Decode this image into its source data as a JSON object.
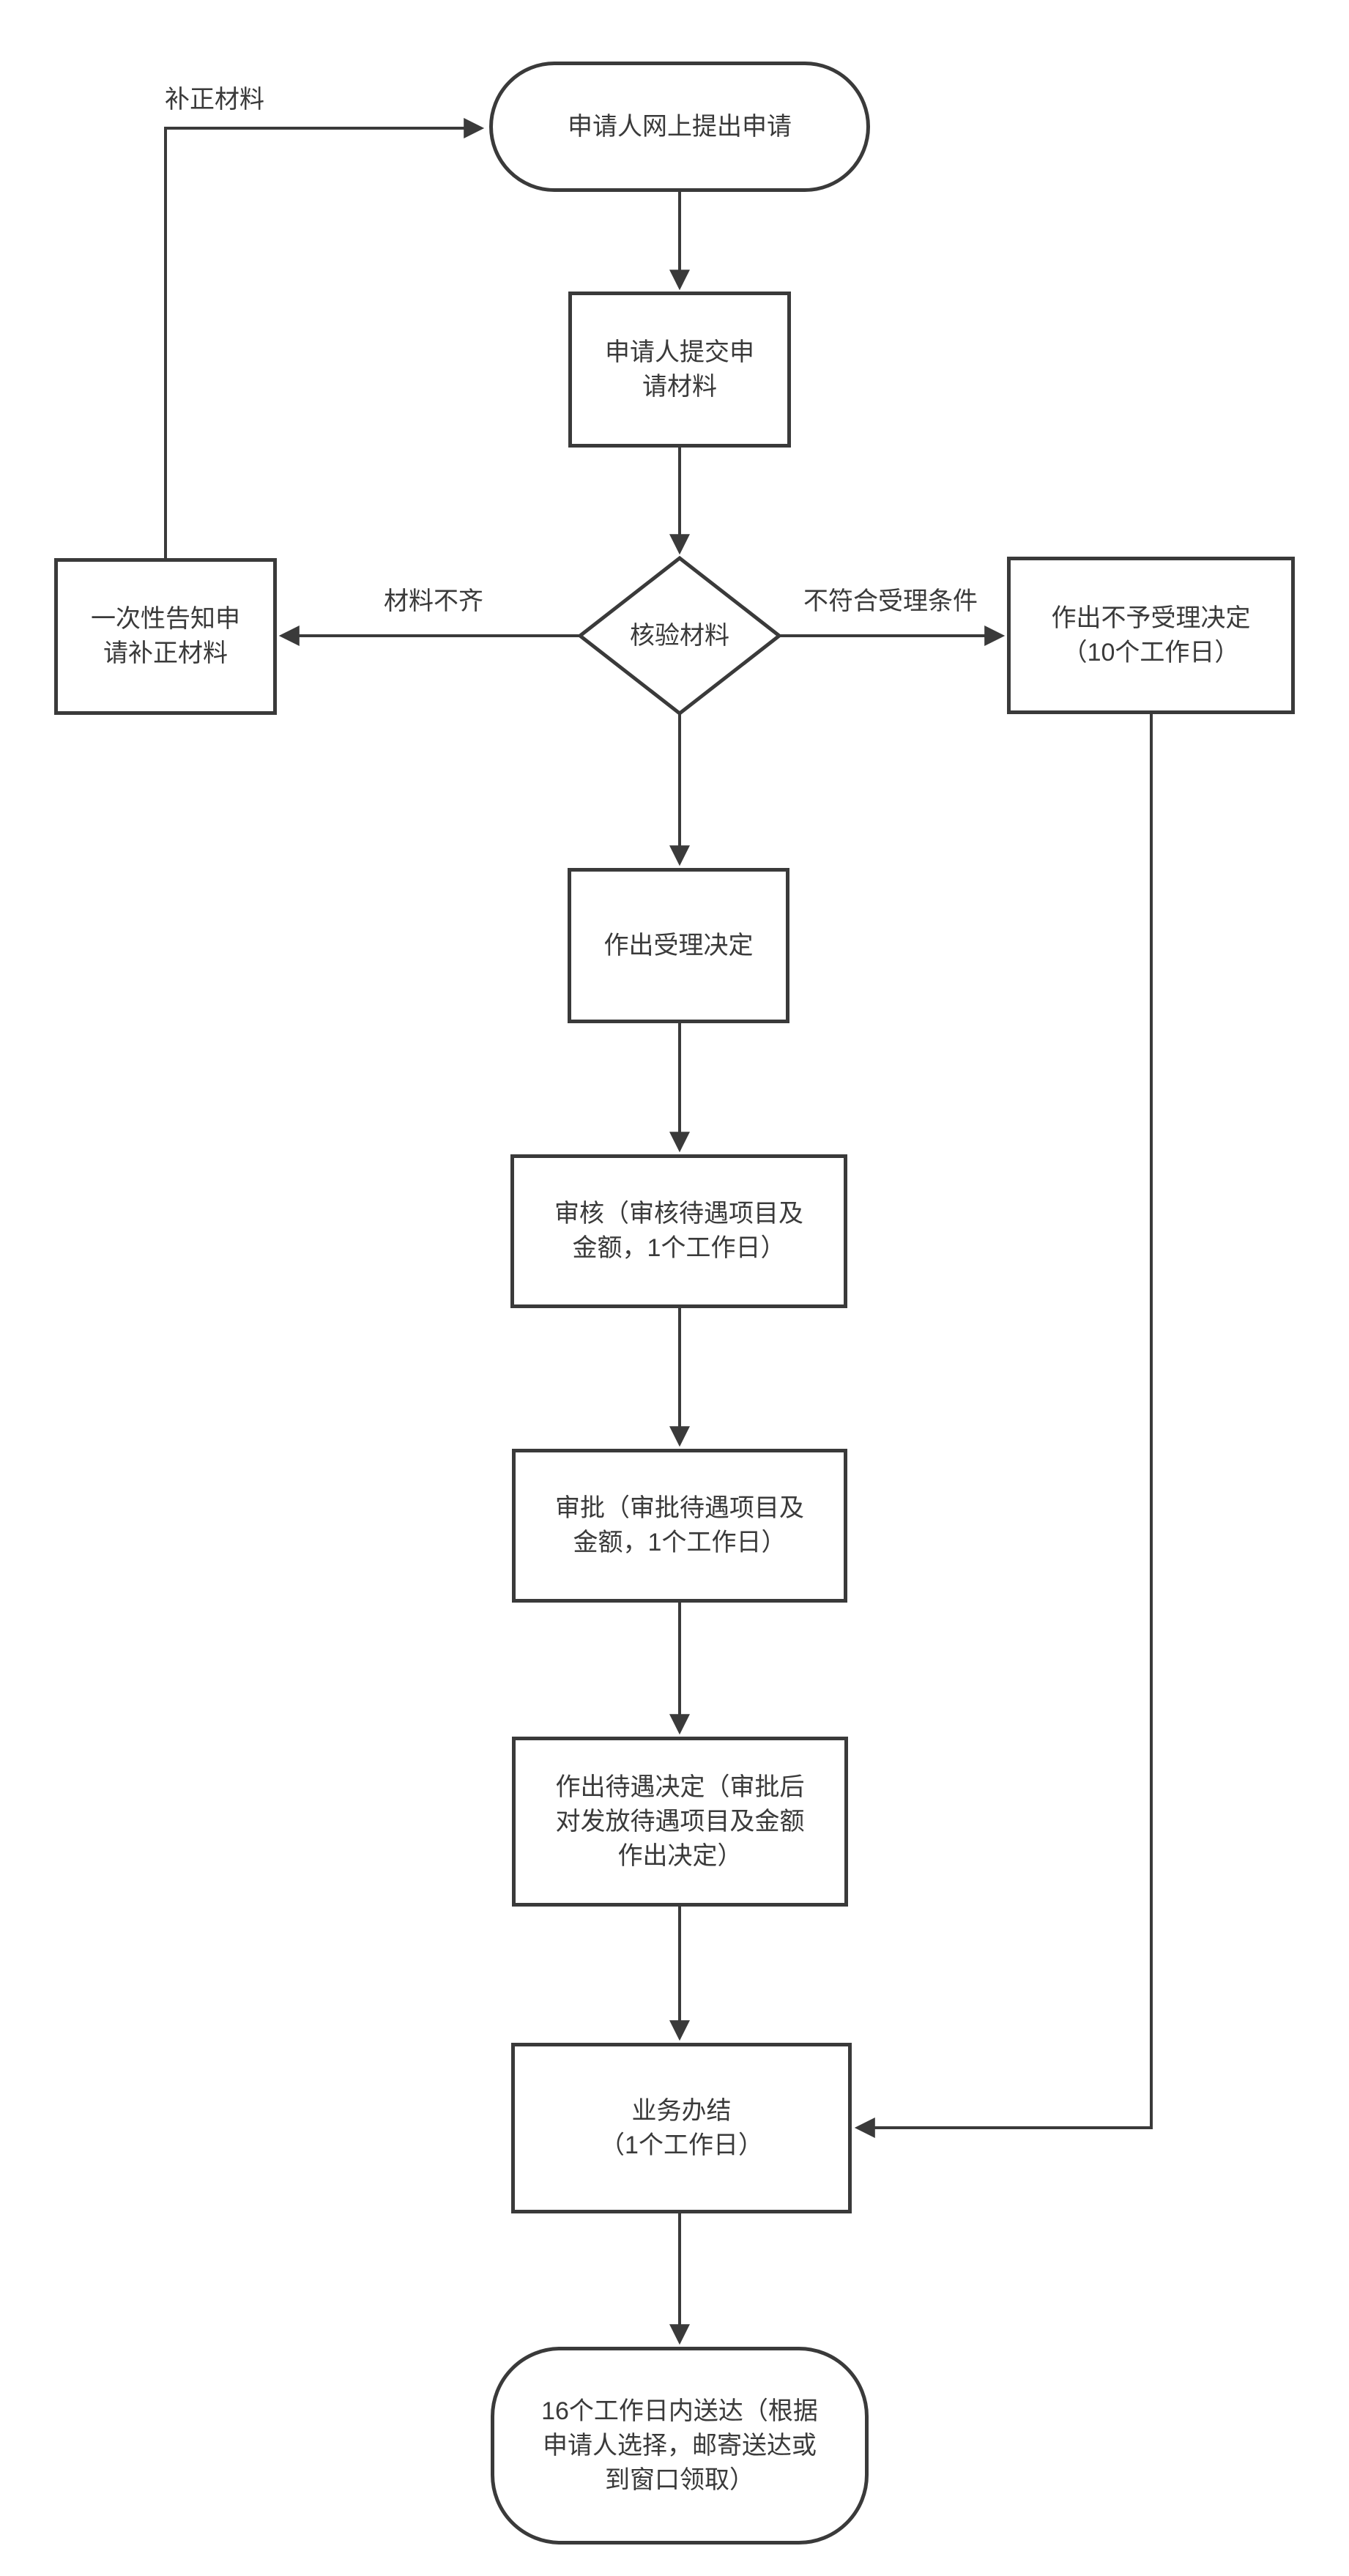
{
  "flowchart": {
    "colors": {
      "stroke": "#3a3a3a",
      "background": "#ffffff"
    },
    "nodes": {
      "start": {
        "shape": "stadium",
        "lines": [
          "申请人网上提出申请"
        ]
      },
      "submit": {
        "shape": "rect",
        "lines": [
          "申请人提交申",
          "请材料"
        ]
      },
      "verify": {
        "shape": "diamond",
        "lines": [
          "核验材料"
        ]
      },
      "supplement": {
        "shape": "rect",
        "lines": [
          "一次性告知申",
          "请补正材料"
        ]
      },
      "reject": {
        "shape": "rect",
        "lines": [
          "作出不予受理决定",
          "（10个工作日）"
        ]
      },
      "accept": {
        "shape": "rect",
        "lines": [
          "作出受理决定"
        ]
      },
      "review": {
        "shape": "rect",
        "lines": [
          "审核（审核待遇项目及",
          "金额，1个工作日）"
        ]
      },
      "approve": {
        "shape": "rect",
        "lines": [
          "审批（审批待遇项目及",
          "金额，1个工作日）"
        ]
      },
      "decision": {
        "shape": "rect",
        "lines": [
          "作出待遇决定（审批后",
          "对发放待遇项目及金额",
          "作出决定）"
        ]
      },
      "complete": {
        "shape": "rect",
        "lines": [
          "业务办结",
          "（1个工作日）"
        ]
      },
      "deliver": {
        "shape": "stadium",
        "lines": [
          "16个工作日内送达（根据",
          "申请人选择，邮寄送达或",
          "到窗口领取）"
        ]
      }
    },
    "edge_labels": {
      "supplement_materials": "补正材料",
      "materials_incomplete": "材料不齐",
      "not_meet_conditions": "不符合受理条件"
    }
  }
}
